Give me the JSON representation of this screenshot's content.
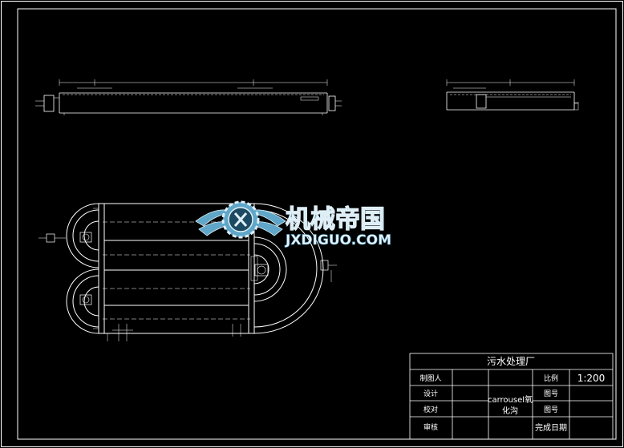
{
  "title_block": {
    "project": "污水处理厂",
    "drawn_by_label": "制图人",
    "design_label": "设计",
    "check_label": "校对",
    "review_label": "审核",
    "drawing_name_line1": "carrousel氧",
    "drawing_name_line2": "化沟",
    "scale_label": "比例",
    "scale_value": "1:200",
    "drawing_no_label": "图号",
    "sheet_label": "图号",
    "completion_label": "完成日期"
  },
  "watermark": {
    "cn": "机械帝国",
    "en": "JXDIGUO.COM"
  },
  "colors": {
    "background": "#000000",
    "lines": "#ffffff",
    "watermark_blue": "#5fa6c8"
  }
}
